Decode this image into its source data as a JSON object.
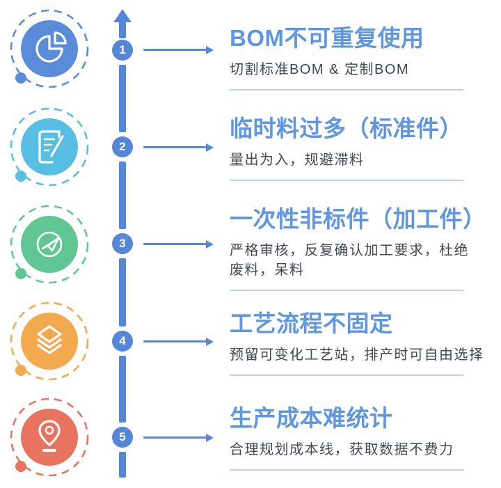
{
  "colors": {
    "timeline_blue": "#5587d8",
    "title_blue": "#5e96e2",
    "subtitle_gray": "#3f4854",
    "divider": "#bfd2e6"
  },
  "sections": [
    {
      "number": "1",
      "icon": "pie-chart-icon",
      "color": "#5b8cd9",
      "title": "BOM不可重复使用",
      "subtitle_lines": [
        "切割标准BOM & 定制BOM"
      ]
    },
    {
      "number": "2",
      "icon": "document-edit-icon",
      "color": "#58bee4",
      "title": "临时料过多（标准件）",
      "subtitle_lines": [
        "量出为入，规避滞料"
      ]
    },
    {
      "number": "3",
      "icon": "paper-plane-icon",
      "color": "#60c794",
      "title": "一次性非标件（加工件）",
      "subtitle_lines": [
        "严格审核，反复确认加工要求，杜绝",
        "废料，呆料"
      ]
    },
    {
      "number": "4",
      "icon": "layers-icon",
      "color": "#f3a94e",
      "title": "工艺流程不固定",
      "subtitle_lines": [
        "预留可变化工艺站，排产时可自由选择"
      ]
    },
    {
      "number": "5",
      "icon": "location-pin-icon",
      "color": "#e8745f",
      "title": "生产成本难统计",
      "subtitle_lines": [
        "合理规划成本线，获取数据不费力"
      ]
    }
  ]
}
